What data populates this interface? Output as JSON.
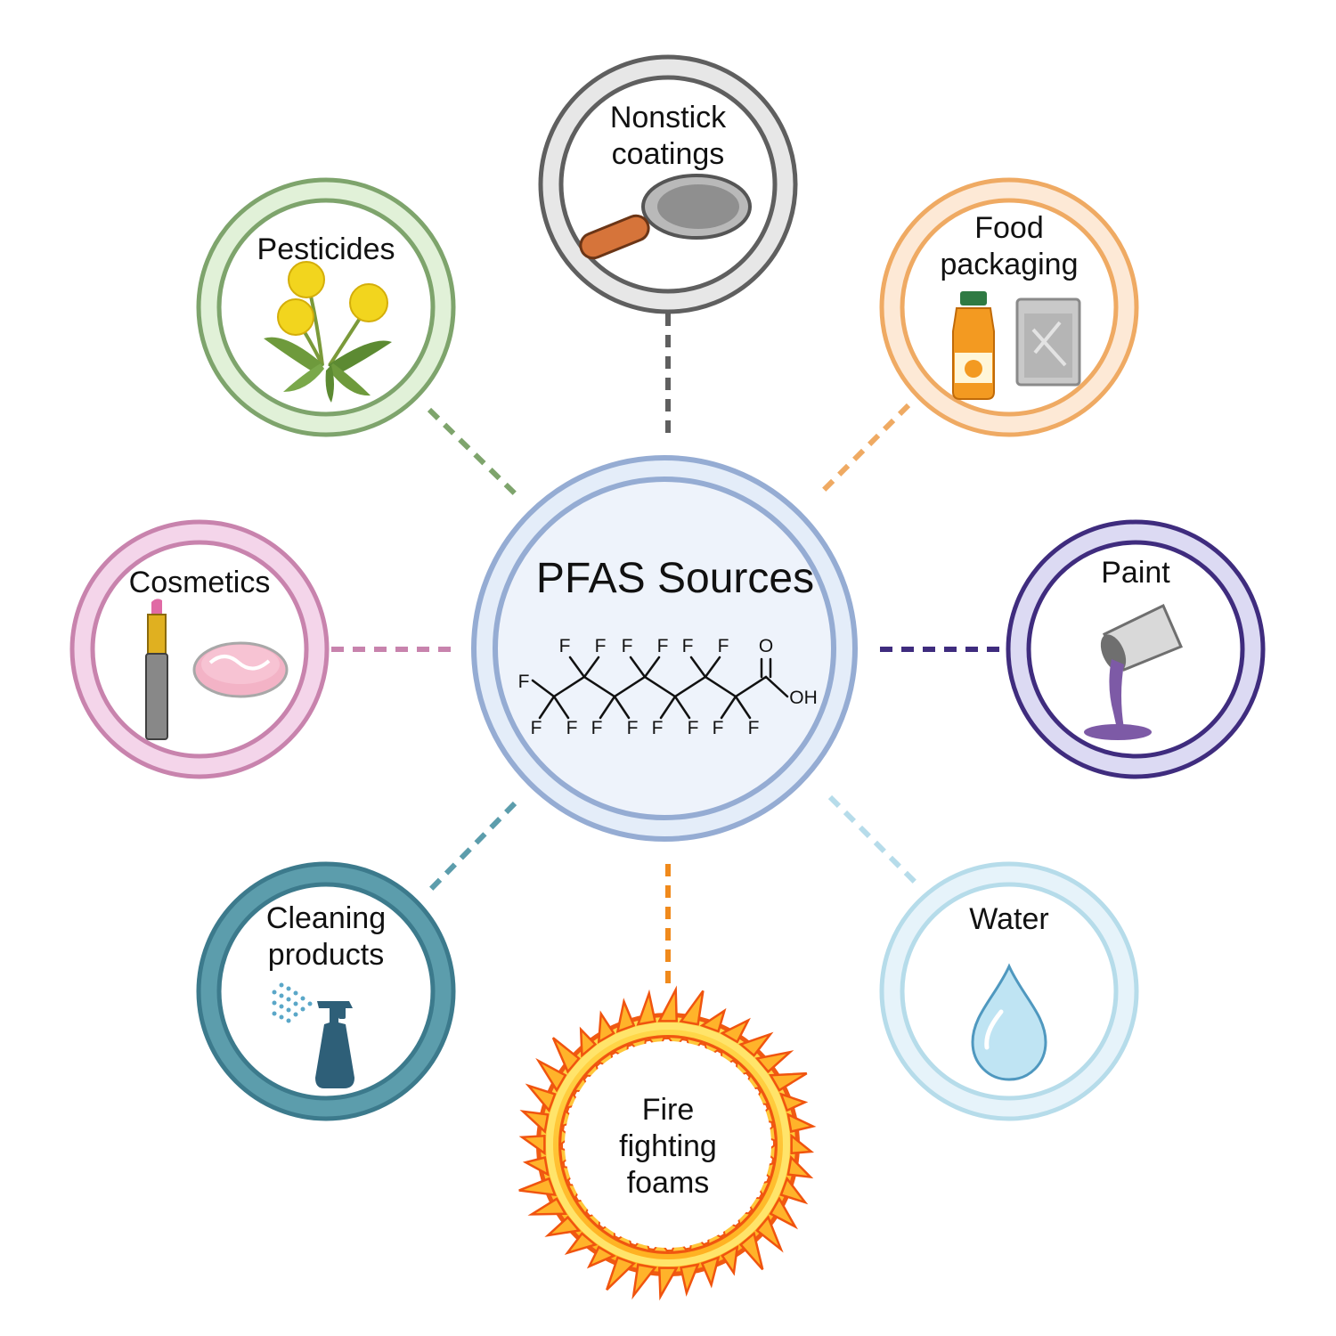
{
  "center": {
    "title": "PFAS Sources",
    "molecule": {
      "fluorine": "F",
      "carbonyl_oxygen": "O",
      "hydroxyl": "OH"
    }
  },
  "sources": [
    {
      "id": "nonstick",
      "label": [
        "Nonstick",
        "coatings"
      ],
      "color": "#5f5f5f",
      "fill": "#e7e7e7",
      "icon": "frying-pan-icon"
    },
    {
      "id": "food",
      "label": [
        "Food",
        "packaging"
      ],
      "color": "#efaa63",
      "fill": "#fde9d6",
      "icon": "juice-bottle-and-foil-pouch-icon"
    },
    {
      "id": "paint",
      "label": [
        "Paint"
      ],
      "color": "#3f2c7e",
      "fill": "#dcdaf3",
      "icon": "paint-can-pouring-icon"
    },
    {
      "id": "water",
      "label": [
        "Water"
      ],
      "color": "#b6dcea",
      "fill": "#e6f3fa",
      "icon": "water-drop-icon"
    },
    {
      "id": "fire",
      "label": [
        "Fire",
        "fighting",
        "foams"
      ],
      "color": "#f08a1c",
      "fill": "#ffd23c",
      "icon": "ring-of-fire-icon"
    },
    {
      "id": "cleaning",
      "label": [
        "Cleaning",
        "products"
      ],
      "color": "#3c7a8c",
      "fill": "#5c9dac",
      "icon": "spray-bottle-icon"
    },
    {
      "id": "cosmetics",
      "label": [
        "Cosmetics"
      ],
      "color": "#c883ad",
      "fill": "#f4d5ea",
      "icon": "lipstick-and-compact-icon"
    },
    {
      "id": "pesticides",
      "label": [
        "Pesticides"
      ],
      "color": "#7ea46c",
      "fill": "#e1f1d8",
      "icon": "dandelion-plant-icon"
    }
  ]
}
